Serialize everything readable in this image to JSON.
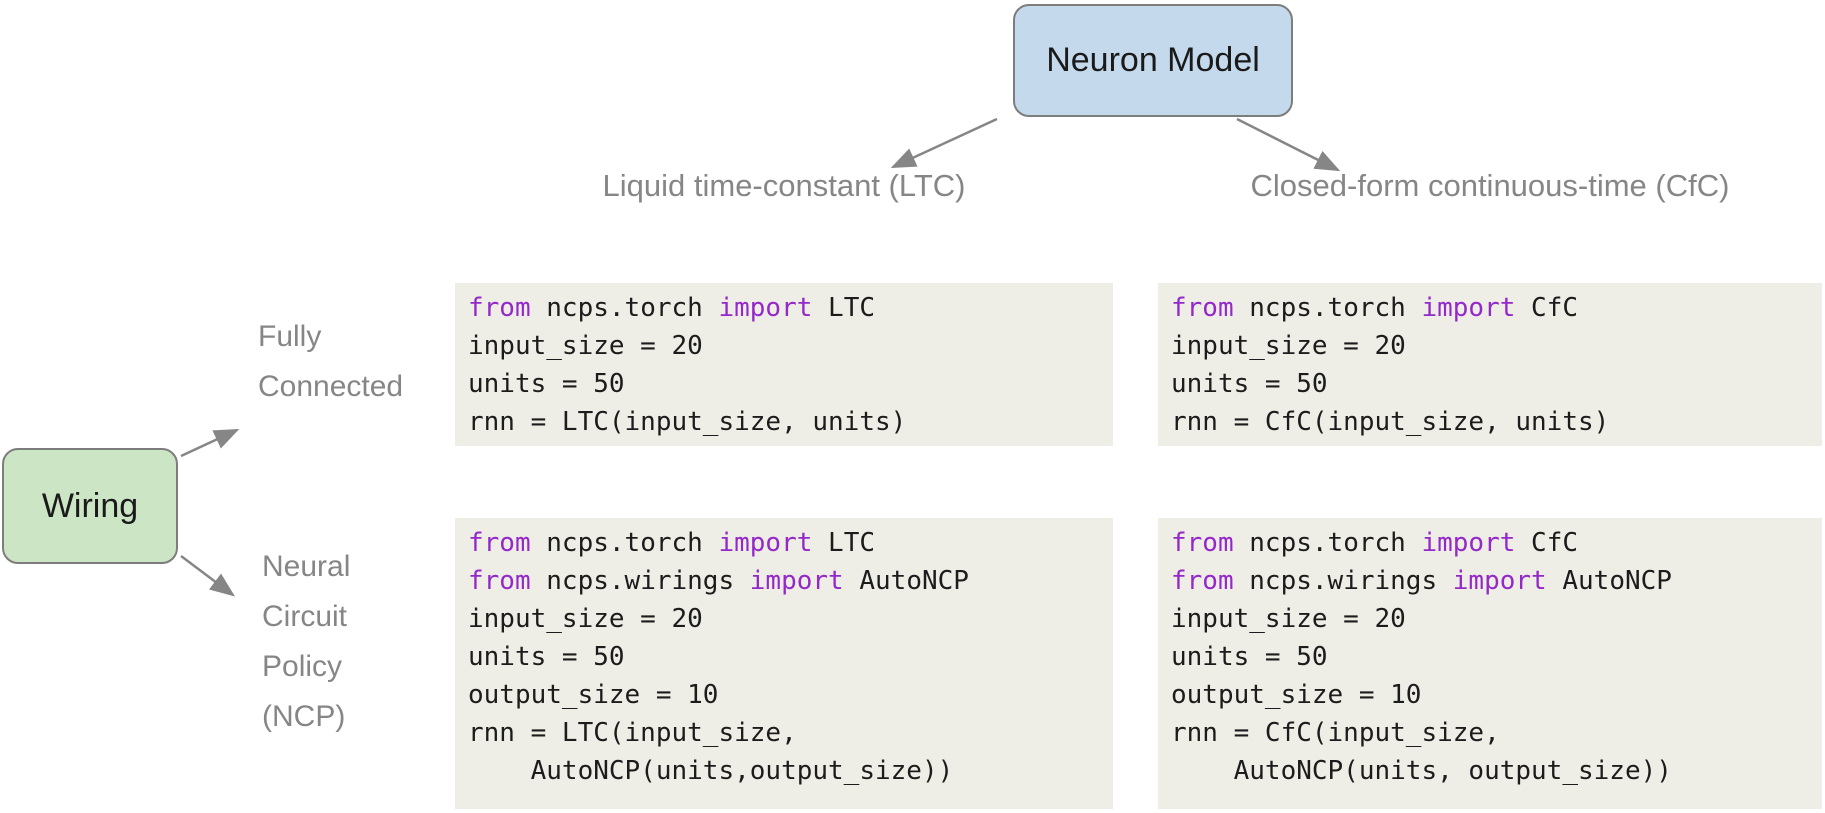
{
  "nodes": {
    "neuron_model": {
      "label": "Neuron Model"
    },
    "wiring": {
      "label": "Wiring"
    }
  },
  "columns": {
    "ltc": {
      "label": "Liquid time-constant (LTC)"
    },
    "cfc": {
      "label": "Closed-form continuous-time (CfC)"
    }
  },
  "rows": {
    "fully_connected": {
      "lines": [
        "Fully",
        "Connected"
      ]
    },
    "ncp": {
      "lines": [
        "Neural",
        "Circuit",
        "Policy",
        "(NCP)"
      ]
    }
  },
  "code_blocks": {
    "ltc_fully_connected": {
      "lines": [
        "from ncps.torch import LTC",
        "input_size = 20",
        "units = 50",
        "rnn = LTC(input_size, units)"
      ]
    },
    "cfc_fully_connected": {
      "lines": [
        "from ncps.torch import CfC",
        "input_size = 20",
        "units = 50",
        "rnn = CfC(input_size, units)"
      ]
    },
    "ltc_ncp": {
      "lines": [
        "from ncps.torch import LTC",
        "from ncps.wirings import AutoNCP",
        "input_size = 20",
        "units = 50",
        "output_size = 10",
        "rnn = LTC(input_size,",
        "    AutoNCP(units,output_size))"
      ]
    },
    "cfc_ncp": {
      "lines": [
        "from ncps.torch import CfC",
        "from ncps.wirings import AutoNCP",
        "input_size = 20",
        "units = 50",
        "output_size = 10",
        "rnn = CfC(input_size,",
        "    AutoNCP(units, output_size))"
      ]
    }
  },
  "code_style": {
    "keywords": [
      "from",
      "import"
    ],
    "keyword_color": "#9428c9",
    "code_background": "#eeeee7",
    "code_text_color": "#1c1c1c"
  },
  "colors": {
    "neuron_box_fill": "#c5d9ec",
    "wiring_box_fill": "#cce5c5",
    "box_border": "#7d7d7d",
    "gray_text": "#868686",
    "arrow": "#868686"
  }
}
